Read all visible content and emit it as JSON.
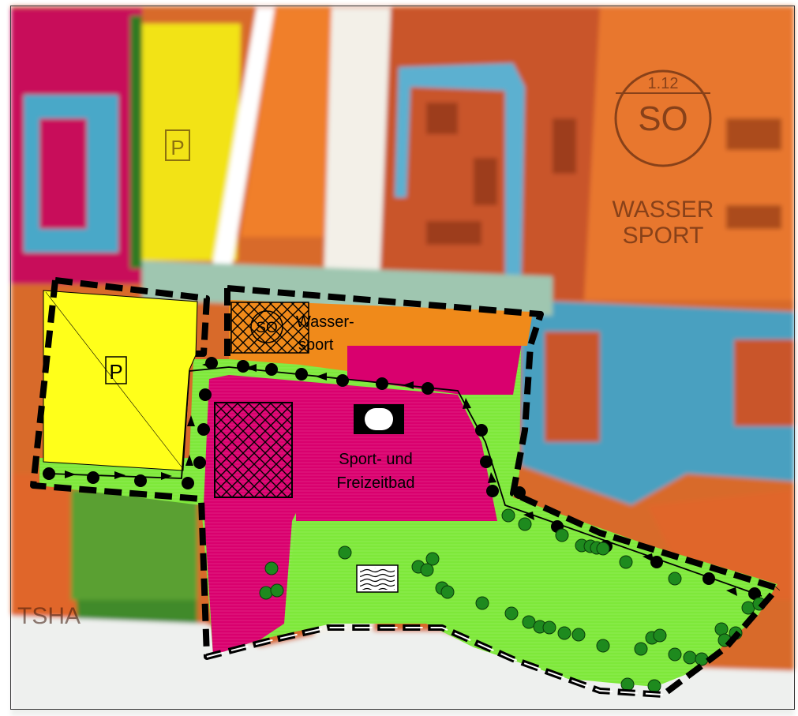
{
  "map": {
    "labels": {
      "parking_symbol": "P",
      "so_symbol": "SO",
      "wassersport_line1": "Wasser-",
      "wassersport_line2": "sport",
      "bath_line1": "Sport- und",
      "bath_line2": "Freizeitbad",
      "bg_so_number": "1.12",
      "bg_so_symbol": "SO",
      "bg_wasser_line1": "WASSER",
      "bg_wasser_line2": "SPORT",
      "bg_parking": "P",
      "bg_text_left": "TSHA"
    },
    "colors": {
      "sport_area": "#d9006e",
      "green_area": "#7ee83a",
      "parking_area": "#ffff1a",
      "special_area": "#f08a1a",
      "bg_orange": "#e0662a",
      "bg_magenta": "#c8105a",
      "bg_blue": "#4aa8c8",
      "bg_green": "#3f8a2a",
      "tree": "#1e8a1e",
      "dot": "#000000"
    }
  }
}
